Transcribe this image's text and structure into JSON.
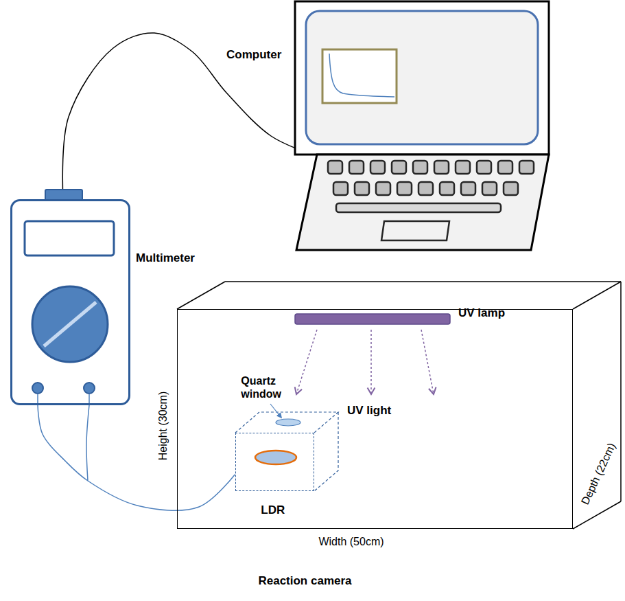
{
  "diagram": {
    "nodes": [
      {
        "text": [
          "Computer"
        ]
      },
      {
        "text": [
          "Multimeter"
        ]
      },
      {
        "text": [
          "Reaction camera"
        ]
      },
      {
        "text": [
          "Quartz window",
          "LDR"
        ],
        "in": 2
      }
    ],
    "edges": [
      {
        "from": 1,
        "to": 0,
        "arrow": "none"
      },
      {
        "from": 1,
        "to": 3,
        "arrow": "none"
      }
    ],
    "labels": [
      "UV lamp",
      "UV light",
      "Height (30cm)",
      "Width (50cm)",
      "Depth (22cm)"
    ]
  }
}
